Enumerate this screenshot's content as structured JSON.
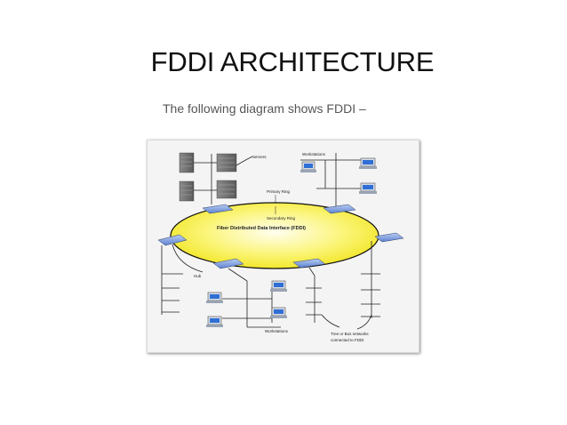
{
  "slide": {
    "title": "FDDI ARCHITECTURE",
    "subtitle": "The following diagram shows FDDI –"
  },
  "diagram": {
    "ring_title": "Fiber Distributed Data Interface (FDDI)",
    "labels": {
      "servers": "Servers",
      "workstations_top": "Workstations",
      "primary_ring": "Primary Ring",
      "secondary_ring": "Secondary Ring",
      "hub": "Hub",
      "workstations_bottom": "Workstations",
      "tree_bus": "Tree or Bus networks connected to FDDI"
    },
    "colors": {
      "ring_fill": "#f7f11f",
      "concentrator": "#6e8fd6",
      "server": "#6d6d6d",
      "workstation_screen": "#2f6fd6"
    }
  }
}
